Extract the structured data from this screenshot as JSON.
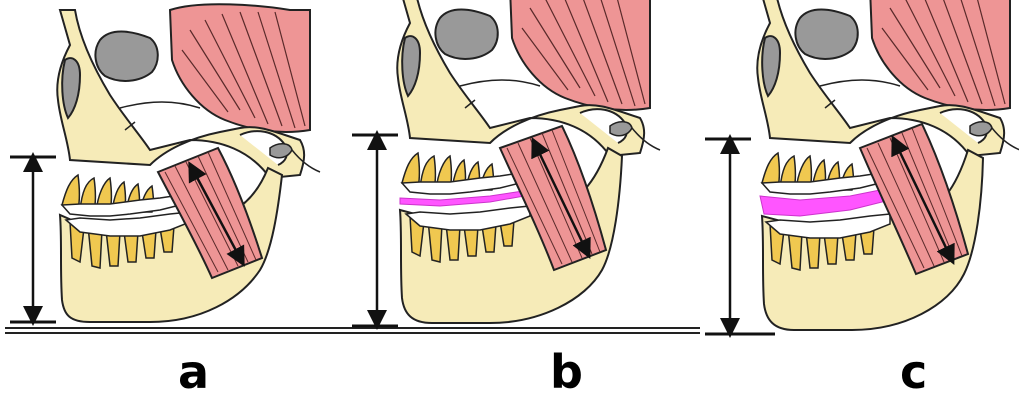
{
  "panels": [
    {
      "label": "a",
      "colors": {
        "bone": "#f6ebb8",
        "muscle": "#ee9595",
        "tooth": "#f0c850",
        "socket": "#999999"
      }
    },
    {
      "label": "b",
      "colors": {
        "bone": "#f6ebb8",
        "muscle": "#ee9595",
        "tooth": "#f0c850",
        "splint": "#ff55ff"
      }
    },
    {
      "label": "c",
      "colors": {
        "bone": "#f6ebb8",
        "muscle": "#ee9595",
        "tooth": "#f0c850",
        "splint": "#ff55ff"
      }
    }
  ],
  "colors": {
    "outline": "#222222",
    "arrow": "#111111",
    "splint": "#ff55ff"
  }
}
